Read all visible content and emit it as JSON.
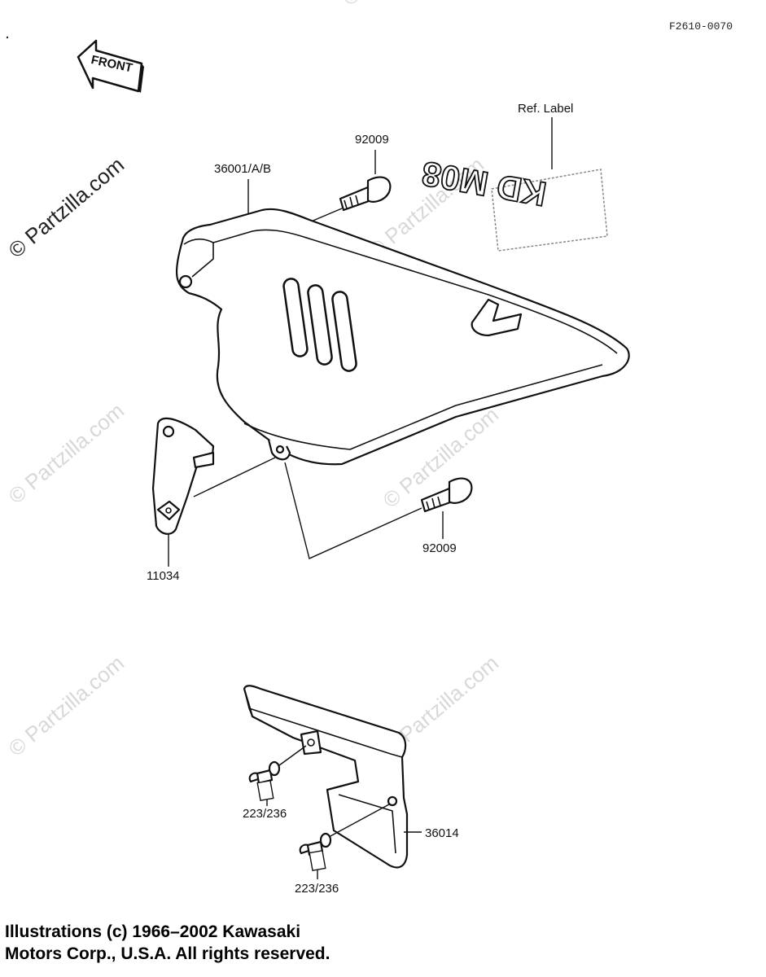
{
  "header": {
    "drawing_id": "F2610-0070"
  },
  "front_arrow": {
    "label": "FRONT"
  },
  "watermark": {
    "text": "© Partzilla.com"
  },
  "callouts": {
    "ref_label": "Ref. Label",
    "label_text": "KD M08",
    "bolt_top": "92009",
    "chain_cover": "36001/A/B",
    "bolt_bottom": "92009",
    "bracket": "11034",
    "screw_upper": "223/236",
    "screw_lower": "223/236",
    "lower_guard": "36014"
  },
  "footer": {
    "line1": "Illustrations (c) 1966–2002 Kawasaki",
    "line2": "Motors Corp., U.S.A.  All rights reserved."
  }
}
